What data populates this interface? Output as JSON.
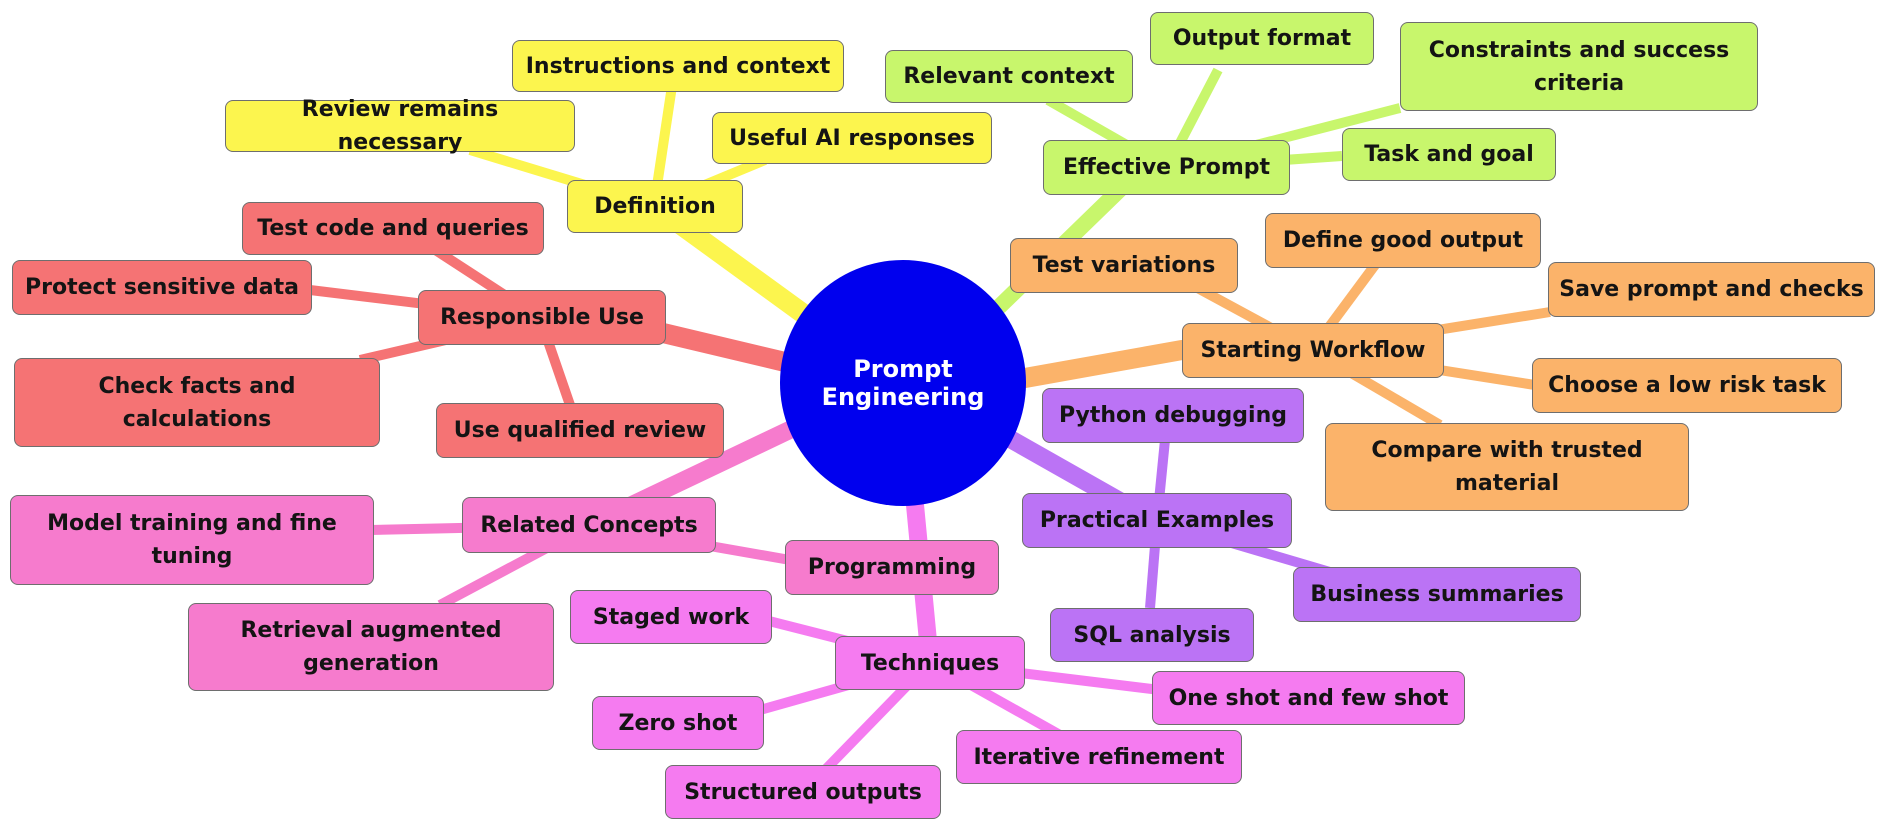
{
  "center": {
    "label": "Prompt Engineering"
  },
  "colors": {
    "center": "#0000ee",
    "definition": "#fcf54e",
    "effective_prompt": "#c8f66c",
    "starting_workflow": "#fbb36a",
    "responsible_use": "#f57374",
    "related_concepts": "#f67bcd",
    "techniques": "#f57bf0",
    "practical_examples": "#bb73f5"
  },
  "branches": {
    "definition": {
      "label": "Definition",
      "children": [
        "Instructions and context",
        "Review remains necessary",
        "Useful AI responses"
      ]
    },
    "effective_prompt": {
      "label": "Effective Prompt",
      "children": [
        "Relevant context",
        "Output format",
        "Constraints and success criteria",
        "Task and goal"
      ]
    },
    "starting_workflow": {
      "label": "Starting Workflow",
      "children": [
        "Test variations",
        "Define good output",
        "Save prompt and checks",
        "Choose a low risk task",
        "Compare with trusted material"
      ]
    },
    "responsible_use": {
      "label": "Responsible Use",
      "children": [
        "Test code and queries",
        "Protect sensitive data",
        "Check facts and calculations",
        "Use qualified review"
      ]
    },
    "related_concepts": {
      "label": "Related Concepts",
      "children": [
        "Model training and fine tuning",
        "Retrieval augmented generation",
        "Programming"
      ]
    },
    "techniques": {
      "label": "Techniques",
      "children": [
        "Staged work",
        "Zero shot",
        "Structured outputs",
        "Iterative refinement",
        "One shot and few shot"
      ]
    },
    "practical_examples": {
      "label": "Practical Examples",
      "children": [
        "Python debugging",
        "SQL analysis",
        "Business summaries"
      ]
    }
  }
}
